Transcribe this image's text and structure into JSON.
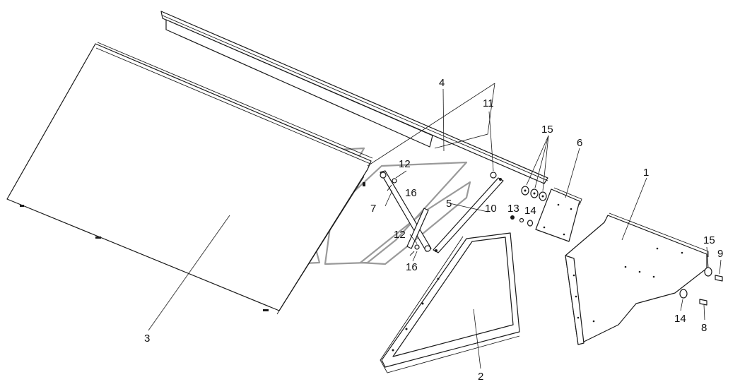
{
  "colors": {
    "line": "#1a1a1a",
    "watermark": "#9a9a9a",
    "background": "#ffffff"
  },
  "labels": {
    "l1": "1",
    "l2": "2",
    "l3": "3",
    "l4": "4",
    "l5": "5",
    "l6": "6",
    "l7": "7",
    "l8": "8",
    "l9": "9",
    "l10": "10",
    "l11": "11",
    "l12a": "12",
    "l12b": "12",
    "l13": "13",
    "l14a": "14",
    "l14b": "14",
    "l15a": "15",
    "l15b": "15",
    "l16a": "16",
    "l16b": "16"
  }
}
